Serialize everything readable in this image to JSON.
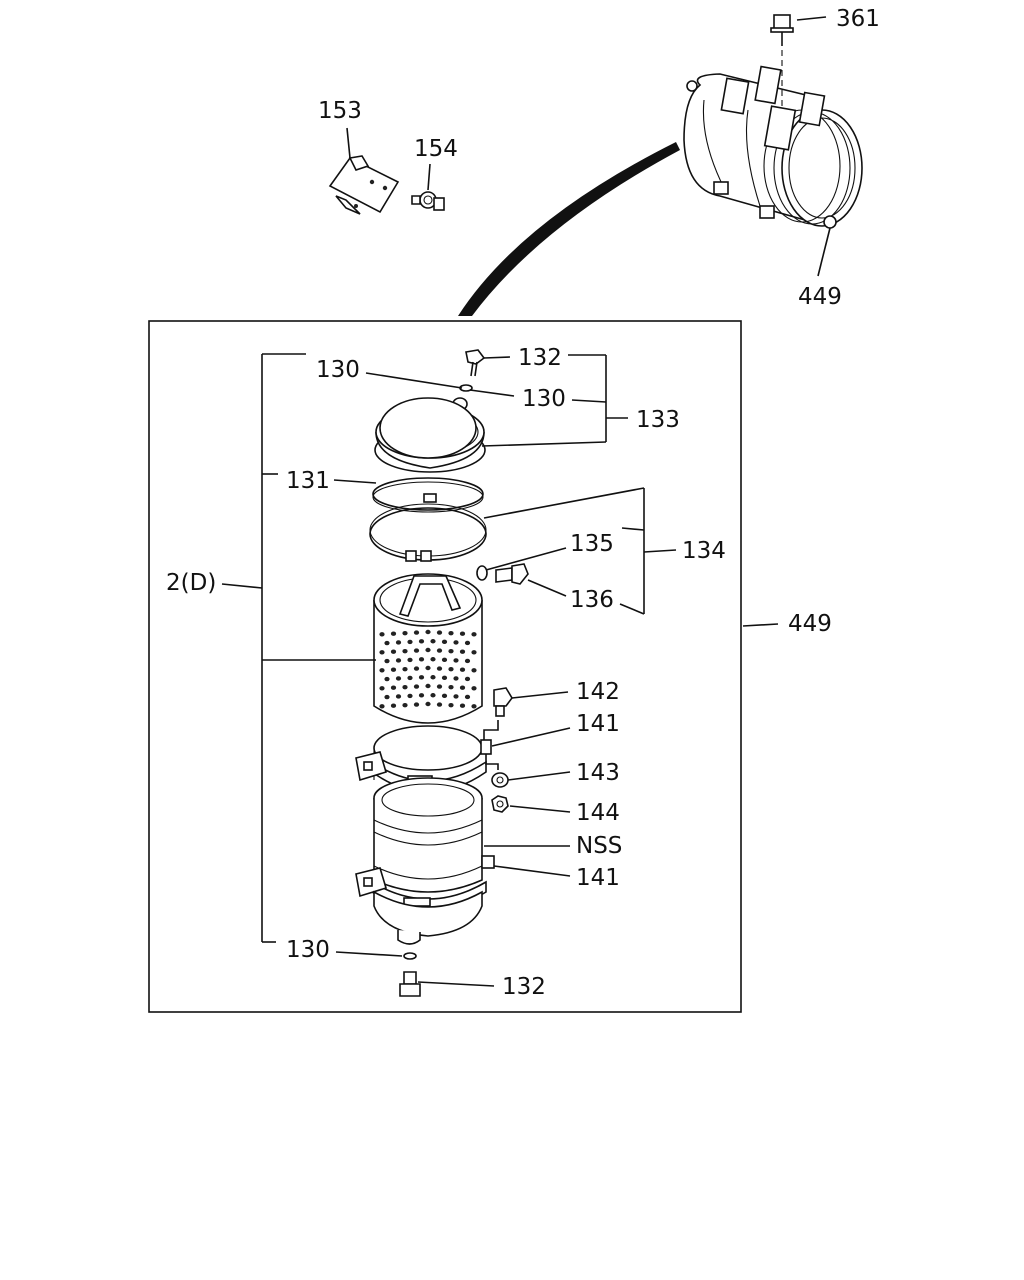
{
  "labels": {
    "p361": "361",
    "p153": "153",
    "p154": "154",
    "p449_top": "449",
    "p130_a": "130",
    "p132_a": "132",
    "p130_b": "130",
    "p133": "133",
    "p131": "131",
    "p135": "135",
    "p134": "134",
    "p136": "136",
    "p2d": "2(D)",
    "p449_box": "449",
    "p142": "142",
    "p141_a": "141",
    "p143": "143",
    "p144": "144",
    "pnss": "NSS",
    "p141_b": "141",
    "p130_c": "130",
    "p132_b": "132"
  }
}
